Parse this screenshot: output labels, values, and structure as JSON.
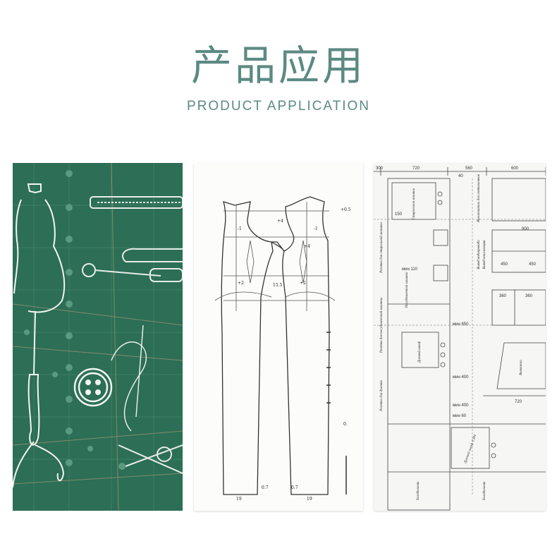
{
  "header": {
    "title_cn": "产品应用",
    "title_en": "PRODUCT APPLICATION"
  },
  "pattern_panel": {
    "labels": [
      "15.5",
      "0.7",
      "0.7",
      "19",
      "19",
      "+0.5",
      "+4",
      "+2",
      "+2",
      "-1",
      "-1",
      "+4",
      "0."
    ]
  },
  "kitchen_panel": {
    "dims": [
      "300",
      "720",
      "560",
      "600",
      "40",
      "150",
      "900",
      "450",
      "450",
      "360",
      "360",
      "мин 110",
      "мин 650",
      "мин 400",
      "мин 60",
      "мин 400",
      "720"
    ],
    "labels": [
      "Стиральная машина",
      "Духовой шкаф",
      "Духовой шкаф /СВЧ",
      "Холодильник",
      "Холодильник",
      "Вытяжка",
      "Выключатель для светильников",
      "Розетка для стиральной машины",
      "Розетка для посудомоечной машины",
      "Вывод водопровода",
      "Вывод канализации",
      "Посудомоечная машина",
      "Розетка для духовки"
    ]
  }
}
